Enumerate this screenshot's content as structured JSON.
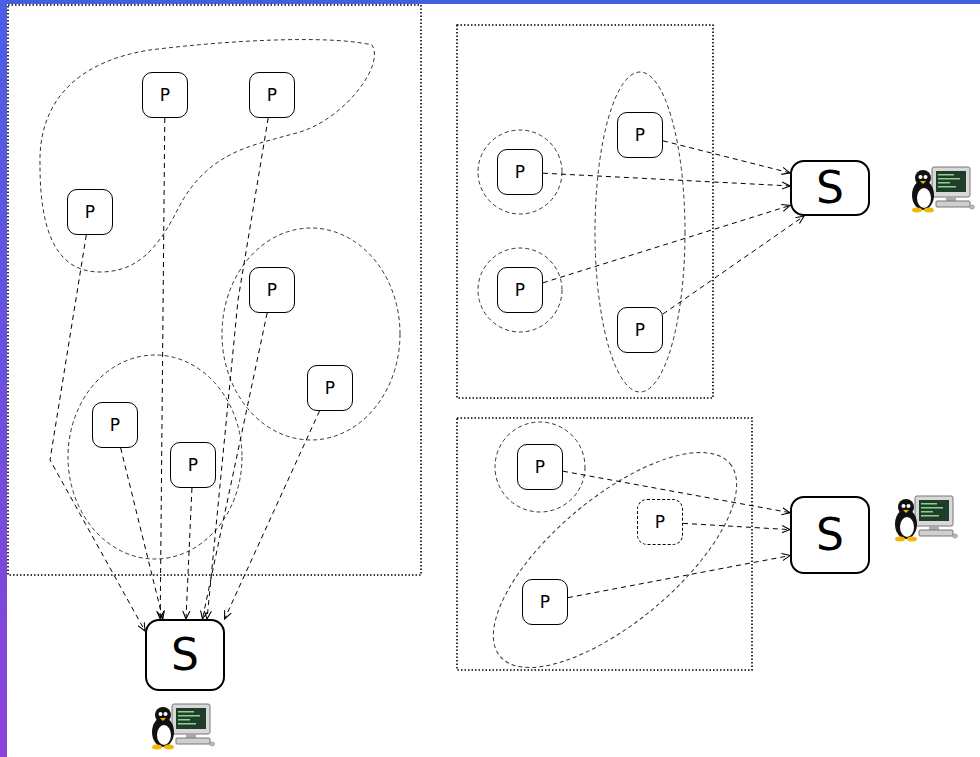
{
  "diagram": {
    "nodes": [
      {
        "text": [
          "P"
        ]
      },
      {
        "text": [
          "P"
        ]
      },
      {
        "text": [
          "P"
        ]
      },
      {
        "text": [
          "P"
        ]
      },
      {
        "text": [
          "P"
        ]
      },
      {
        "text": [
          "P"
        ]
      },
      {
        "text": [
          "P"
        ]
      },
      {
        "text": [
          "S"
        ]
      },
      {
        "text": [
          "P"
        ]
      },
      {
        "text": [
          "P"
        ]
      },
      {
        "text": [
          "P"
        ]
      },
      {
        "text": [
          "P"
        ]
      },
      {
        "text": [
          "S"
        ]
      },
      {
        "text": [
          "P"
        ]
      },
      {
        "text": [
          "P"
        ]
      },
      {
        "text": [
          "P"
        ]
      },
      {
        "text": [
          "S"
        ]
      }
    ],
    "edges": [
      {
        "from": 0,
        "to": 7,
        "arrow": "to"
      },
      {
        "from": 1,
        "to": 7,
        "arrow": "to"
      },
      {
        "from": 2,
        "to": 7,
        "arrow": "to"
      },
      {
        "from": 3,
        "to": 7,
        "arrow": "to"
      },
      {
        "from": 4,
        "to": 7,
        "arrow": "to"
      },
      {
        "from": 5,
        "to": 7,
        "arrow": "to"
      },
      {
        "from": 6,
        "to": 7,
        "arrow": "to"
      },
      {
        "from": 8,
        "to": 12,
        "arrow": "to"
      },
      {
        "from": 9,
        "to": 12,
        "arrow": "to"
      },
      {
        "from": 10,
        "to": 12,
        "arrow": "to"
      },
      {
        "from": 11,
        "to": 12,
        "arrow": "to"
      },
      {
        "from": 13,
        "to": 16,
        "arrow": "to"
      },
      {
        "from": 14,
        "to": 16,
        "arrow": "to"
      },
      {
        "from": 15,
        "to": 16,
        "arrow": "to"
      }
    ]
  }
}
